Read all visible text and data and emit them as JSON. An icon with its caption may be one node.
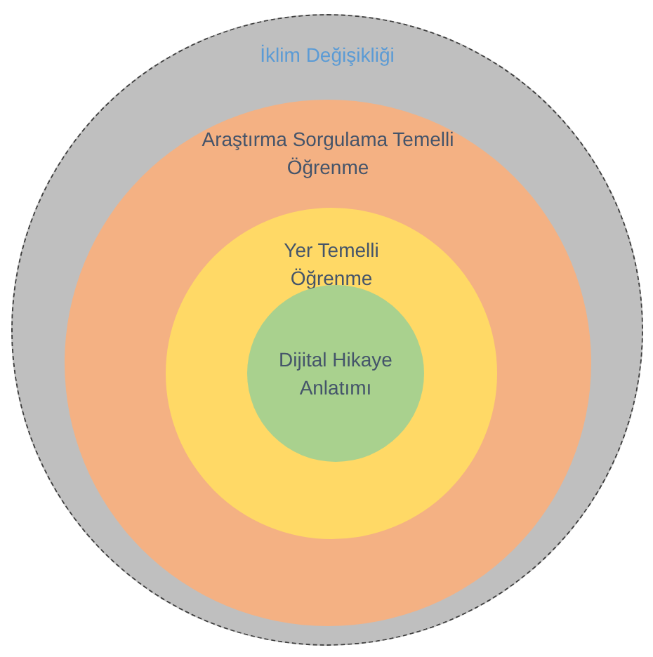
{
  "diagram": {
    "nodes": [
      {
        "text": [
          "İklim Değişikliği"
        ]
      },
      {
        "text": [
          "Araştırma Sorgulama Temelli Öğrenme"
        ],
        "in": 0
      },
      {
        "text": [
          "Yer Temelli Öğrenme"
        ],
        "in": 1
      },
      {
        "text": [
          "Dijital Hikaye Anlatımı"
        ],
        "in": 2
      }
    ]
  }
}
